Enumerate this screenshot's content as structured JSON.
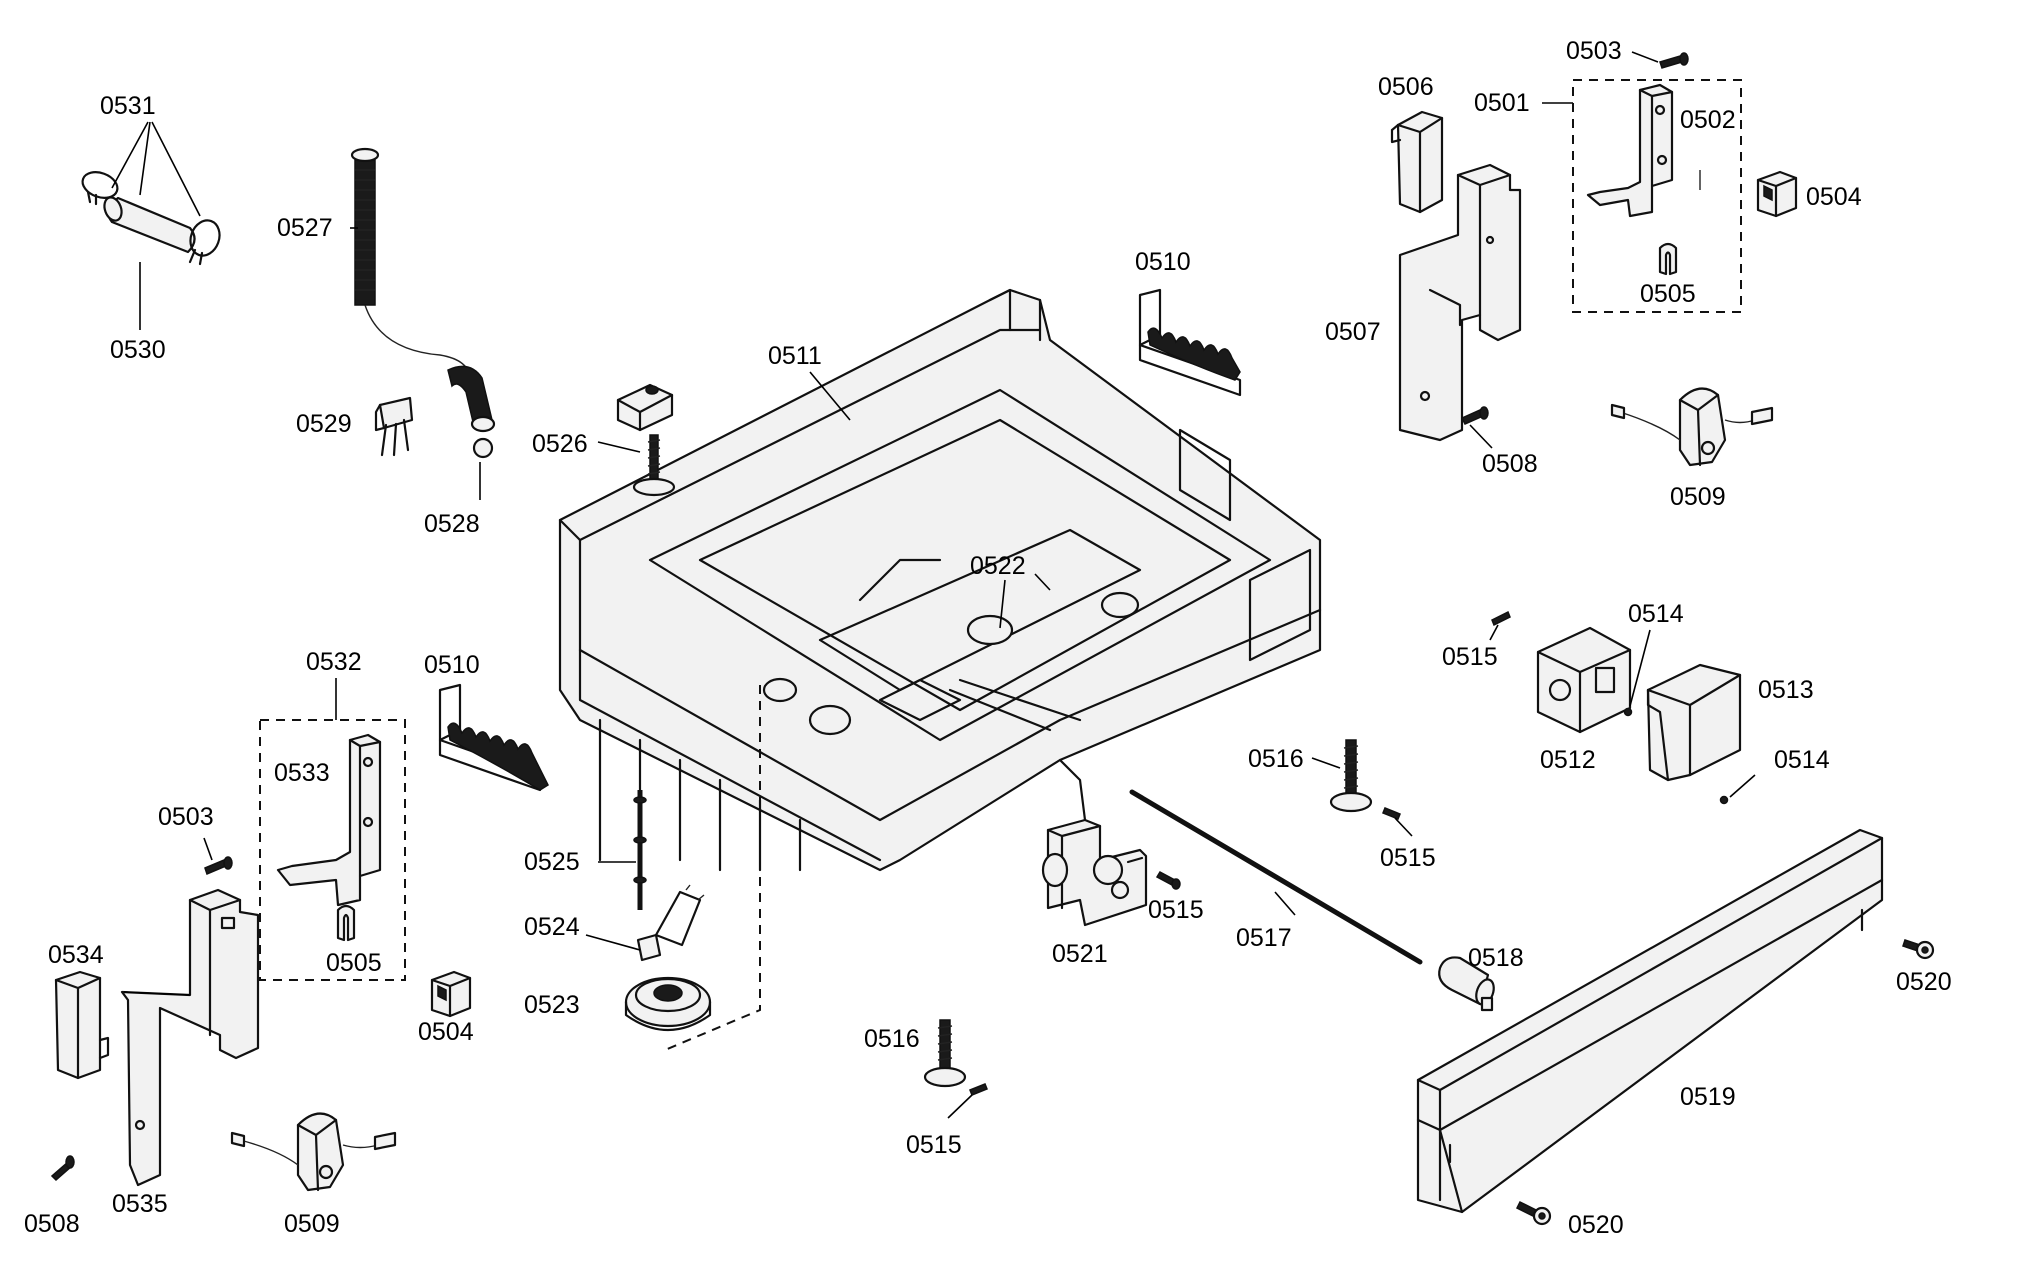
{
  "labels": {
    "p0501": "0501",
    "p0502": "0502",
    "p0503": "0503",
    "p0504": "0504",
    "p0505": "0505",
    "p0506": "0506",
    "p0507": "0507",
    "p0508": "0508",
    "p0509": "0509",
    "p0510": "0510",
    "p0511": "0511",
    "p0512": "0512",
    "p0513": "0513",
    "p0514": "0514",
    "p0515": "0515",
    "p0516": "0516",
    "p0517": "0517",
    "p0518": "0518",
    "p0519": "0519",
    "p0520": "0520",
    "p0521": "0521",
    "p0522": "0522",
    "p0523": "0523",
    "p0524": "0524",
    "p0525": "0525",
    "p0526": "0526",
    "p0527": "0527",
    "p0528": "0528",
    "p0529": "0529",
    "p0530": "0530",
    "p0531": "0531",
    "p0532": "0532",
    "p0533": "0533",
    "p0534": "0534",
    "p0535": "0535"
  }
}
